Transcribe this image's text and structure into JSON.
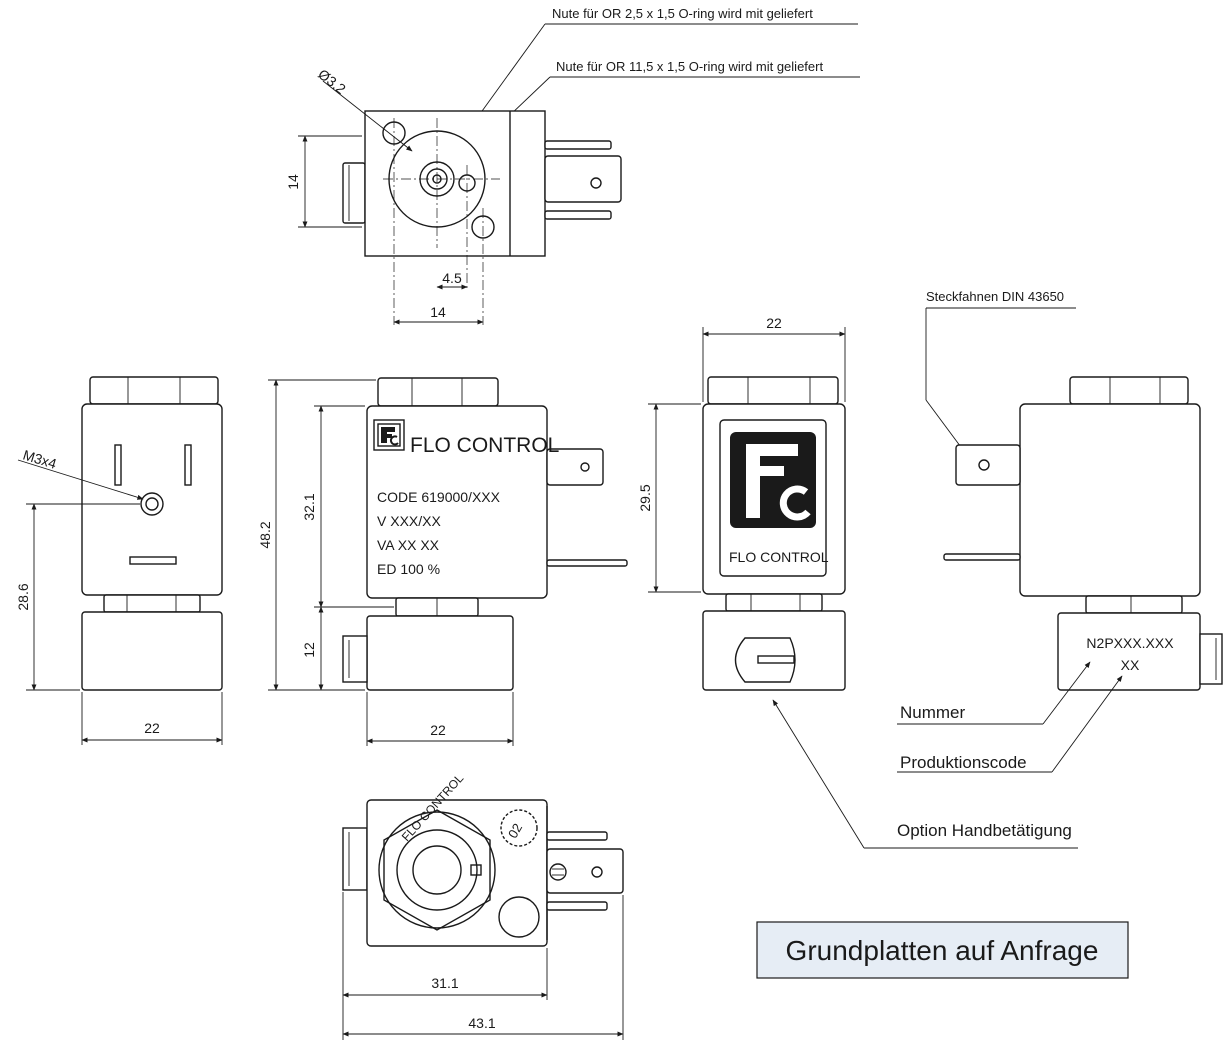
{
  "top_view": {
    "note_o_ring_small": "Nute für OR 2,5 x 1,5 O-ring wird mit geliefert",
    "note_o_ring_large": "Nute für OR 11,5 x 1,5 O-ring wird mit geliefert",
    "hole_diameter": "Ø3.2",
    "dim_height": "14",
    "dim_offset": "4.5",
    "dim_width": "14"
  },
  "side_view_left": {
    "thread": "M3x4",
    "dim_height": "28.6",
    "dim_width": "22"
  },
  "front_view": {
    "logo_text": "FLO CONTROL",
    "code_line": "CODE 619000/XXX",
    "voltage_line": "V  XXX/XX",
    "va_line": "VA  XX  XX",
    "ed_line": "ED  100 %",
    "dim_total_height": "48.2",
    "dim_coil_height": "32.1",
    "dim_base_height": "12",
    "dim_width": "22"
  },
  "side_view_handle": {
    "logo_text": "FLO CONTROL",
    "dim_width": "22",
    "dim_height": "29.5",
    "callout_manual": "Option Handbetätigung"
  },
  "side_view_right": {
    "callout_tab": "Steckfahnen DIN 43650",
    "base_number": "N2PXXX.XXX",
    "base_code": "XX",
    "callout_number": "Nummer",
    "callout_production": "Produktionscode"
  },
  "bottom_view": {
    "nut_text": "FLO CONTROL",
    "dial_number": "02",
    "dim_inner": "31.1",
    "dim_outer": "43.1"
  },
  "note_box": {
    "text": "Grundplatten auf Anfrage",
    "fill_color": "#e6edf5"
  }
}
